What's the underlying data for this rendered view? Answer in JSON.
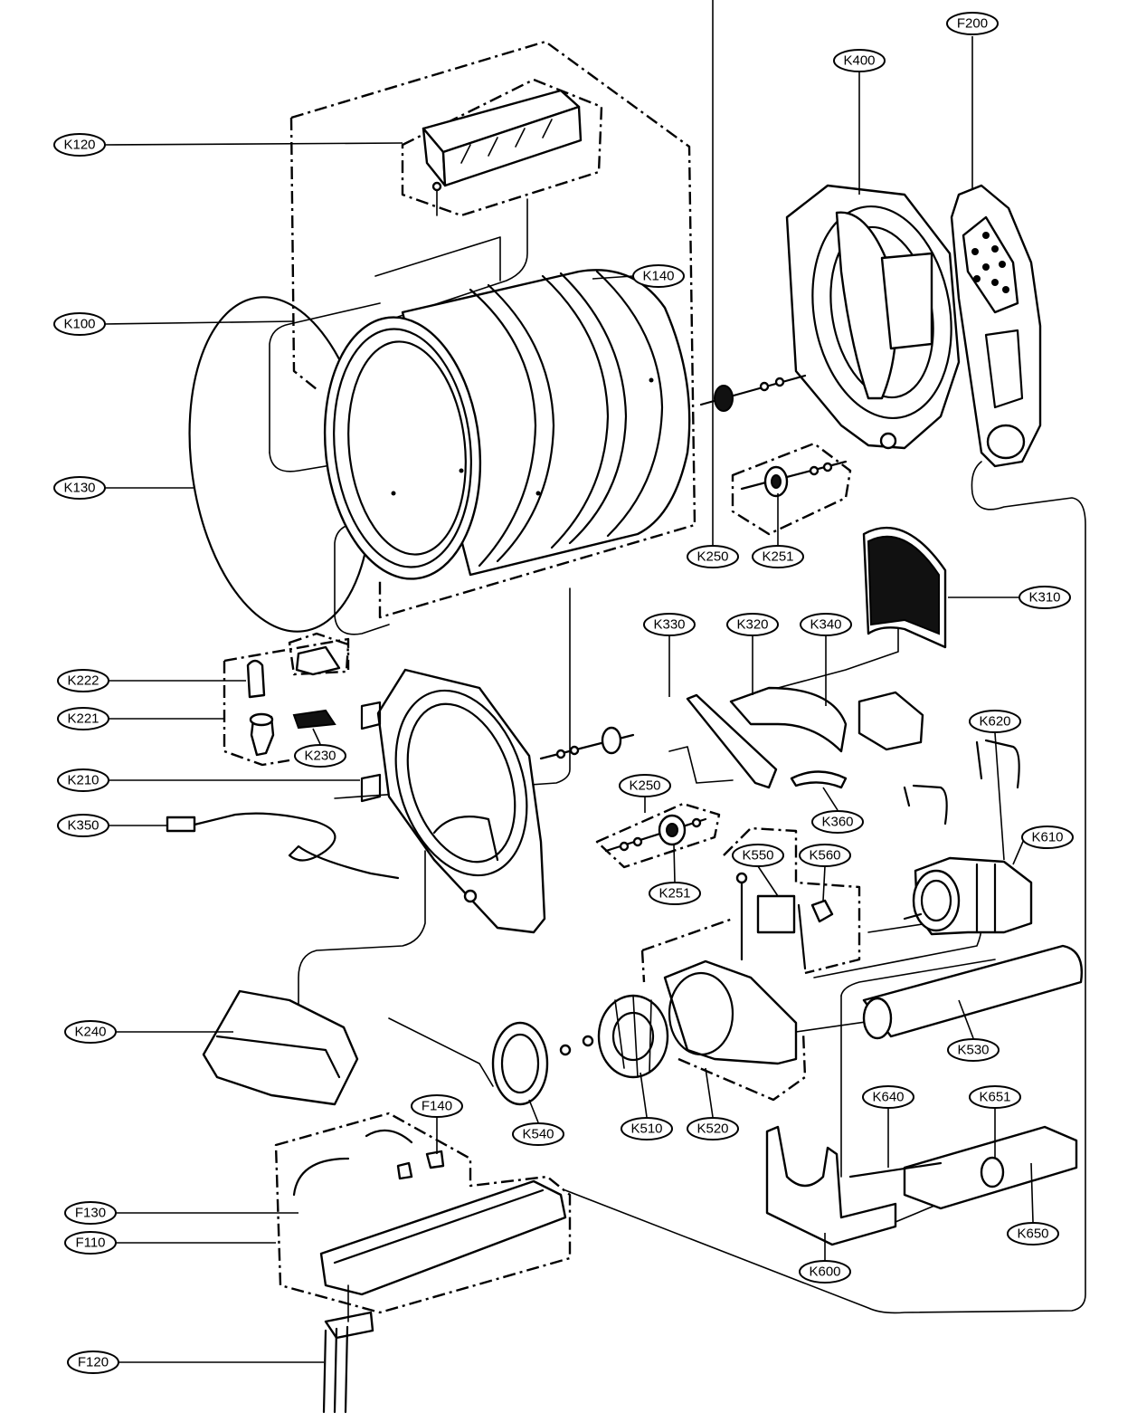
{
  "labels": {
    "K120": "K120",
    "K100": "K100",
    "K130": "K130",
    "K140": "K140",
    "K400": "K400",
    "F200": "F200",
    "K250a": "K250",
    "K251a": "K251",
    "K310": "K310",
    "K330": "K330",
    "K320": "K320",
    "K340": "K340",
    "K222": "K222",
    "K221": "K221",
    "K230": "K230",
    "K210": "K210",
    "K350": "K350",
    "K250b": "K250",
    "K251b": "K251",
    "K360": "K360",
    "K620": "K620",
    "K610": "K610",
    "K550": "K550",
    "K560": "K560",
    "K240": "K240",
    "K530": "K530",
    "K540": "K540",
    "K510": "K510",
    "K520": "K520",
    "F140": "F140",
    "K640": "K640",
    "K651": "K651",
    "F130": "F130",
    "F110": "F110",
    "K650": "K650",
    "K600": "K600",
    "F120": "F120"
  }
}
